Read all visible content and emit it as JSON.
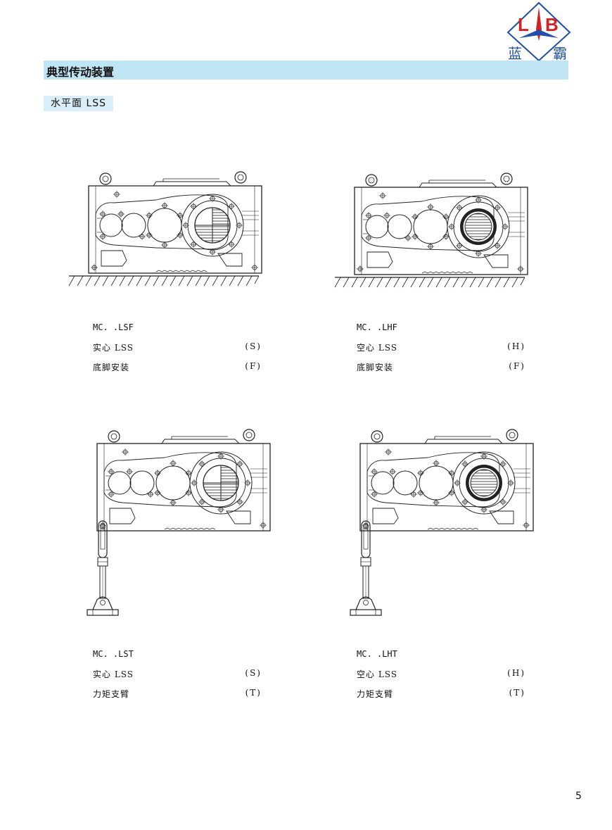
{
  "logo": {
    "letters": [
      "L",
      "B"
    ],
    "text_left": "蓝",
    "text_right": "霸",
    "color": "#1f4fa8",
    "accent": "#d32222"
  },
  "header": {
    "title": "典型传动装置"
  },
  "section": {
    "label": "水平面 LSS"
  },
  "items": [
    {
      "code": "MC. .LSF",
      "line1": "实心 LSS",
      "line1_suffix": "(S)",
      "line2": "底脚安装",
      "line2_suffix": "(F)",
      "shaft": "solid",
      "mount": "foot"
    },
    {
      "code": "MC. .LHF",
      "line1": "空心 LSS",
      "line1_suffix": "(H)",
      "line2": "底脚安装",
      "line2_suffix": "(F)",
      "shaft": "hollow",
      "mount": "foot"
    },
    {
      "code": "MC. .LST",
      "line1": "实心 LSS",
      "line1_suffix": "(S)",
      "line2": "力矩支臂",
      "line2_suffix": "(T)",
      "shaft": "solid",
      "mount": "torque-arm"
    },
    {
      "code": "MC. .LHT",
      "line1": "空心 LSS",
      "line1_suffix": "(H)",
      "line2": "力矩支臂",
      "line2_suffix": "(T)",
      "shaft": "hollow",
      "mount": "torque-arm"
    }
  ],
  "page": {
    "number": "5"
  }
}
